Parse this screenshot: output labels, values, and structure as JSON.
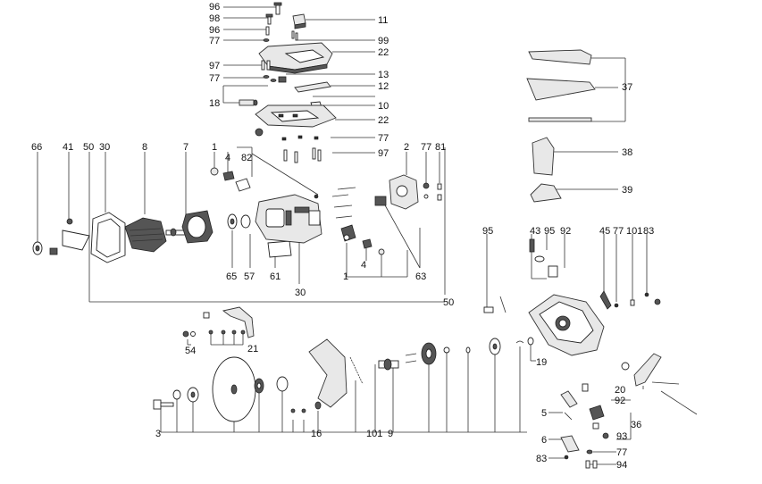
{
  "labels": {
    "l96a": "96",
    "l98": "98",
    "l96b": "96",
    "l77a": "77",
    "l11": "11",
    "l99": "99",
    "l22a": "22",
    "l97a": "97",
    "l77b": "77",
    "l13": "13",
    "l12": "12",
    "l18": "18",
    "l10": "10",
    "l22b": "22",
    "l77c": "77",
    "l97b": "97",
    "l66": "66",
    "l41": "41",
    "l50a": "50",
    "l30a": "30",
    "l8": "8",
    "l7": "7",
    "l1a": "1",
    "l4a": "4",
    "l82": "82",
    "l2": "2",
    "l77d": "77",
    "l81": "81",
    "l65": "65",
    "l57": "57",
    "l61": "61",
    "l30b": "30",
    "l4b": "4",
    "l1b": "1",
    "l63": "63",
    "l50b": "50",
    "l37": "37",
    "l38": "38",
    "l39": "39",
    "l95a": "95",
    "l43": "43",
    "l95b": "95",
    "l92a": "92",
    "l45": "45",
    "l77e": "77",
    "l101a": "101",
    "l83a": "83",
    "l54": "54",
    "l21": "21",
    "l19": "19",
    "l20": "20",
    "l3": "3",
    "l16": "16",
    "l101b": "101",
    "l9": "9",
    "l5": "5",
    "l92b": "92",
    "l36": "36",
    "l6": "6",
    "l93": "93",
    "l77f": "77",
    "l83b": "83",
    "l94": "94"
  }
}
